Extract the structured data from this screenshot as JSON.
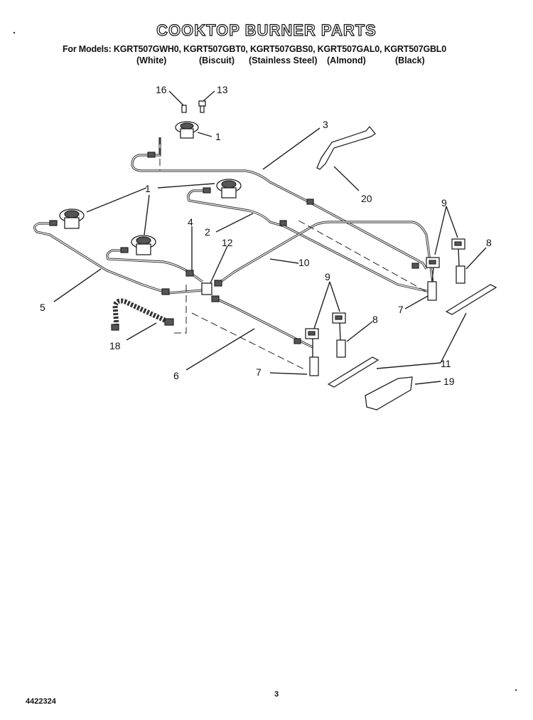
{
  "title": "COOKTOP BURNER PARTS",
  "models_line": "For Models: KGRT507GWH0, KGRT507GBT0, KGRT507GBS0, KGRT507GAL0, KGRT507GBL0",
  "colors": [
    "(White)",
    "(Biscuit)",
    "(Stainless Steel)",
    "(Almond)",
    "(Black)"
  ],
  "callouts": {
    "c16": "16",
    "c13": "13",
    "c1a": "1",
    "c3": "3",
    "c20": "20",
    "c1b": "1",
    "c9a": "9",
    "c8a": "8",
    "c4": "4",
    "c2": "2",
    "c12": "12",
    "c10": "10",
    "c5": "5",
    "c7a": "7",
    "c9b": "9",
    "c8b": "8",
    "c18": "18",
    "c6": "6",
    "c7b": "7",
    "c11": "11",
    "c19": "19"
  },
  "footer_code": "4422324",
  "page_number": "3"
}
